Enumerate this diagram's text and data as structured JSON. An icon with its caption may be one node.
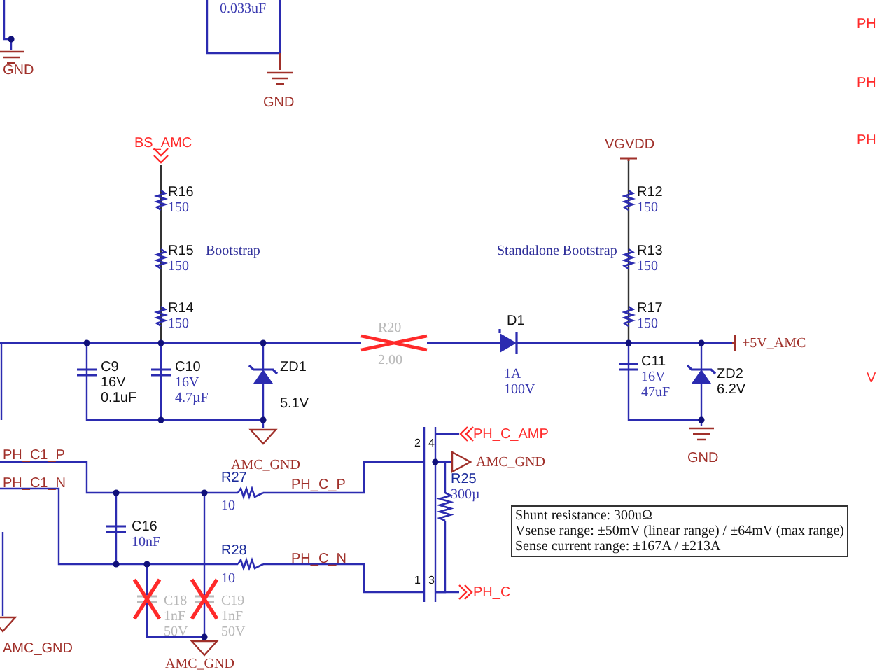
{
  "diagram": {
    "nodes": [
      {
        "text": [
          "Shunt resistance: 300uΩ",
          "Vsense range: ±50mV (linear range) / ±64mV (max range)",
          "Sense current range: ±167A / ±213A"
        ]
      }
    ],
    "labels": [
      "0.033uF",
      "GND",
      "GND",
      "PH",
      "PH",
      "PH",
      "BS_AMC",
      "VGVDD",
      "R16",
      "150",
      "R12",
      "150",
      "R15",
      "150",
      "Bootstrap",
      "Standalone Bootstrap",
      "R13",
      "150",
      "R14",
      "150",
      "R17",
      "150",
      "R20",
      "2.00",
      "D1",
      "+5V_AMC",
      "C9",
      "16V",
      "0.1uF",
      "C10",
      "16V",
      "4.7µF",
      "ZD1",
      "5.1V",
      "1A",
      "100V",
      "C11",
      "16V",
      "47uF",
      "ZD2",
      "6.2V",
      "V",
      "AMC_GND",
      "GND",
      "PH_C_AMP",
      "PH_C1_P",
      "AMC_GND",
      "R27",
      "10",
      "PH_C_P",
      "2",
      "4",
      "R25",
      "300µ",
      "PH_C1_N",
      "C16",
      "10nF",
      "R28",
      "10",
      "PH_C_N",
      "1",
      "3",
      "PH_C",
      "C18",
      "1nF",
      "50V",
      "C19",
      "1nF",
      "50V",
      "AMC_GND",
      "AMC_GND"
    ]
  }
}
